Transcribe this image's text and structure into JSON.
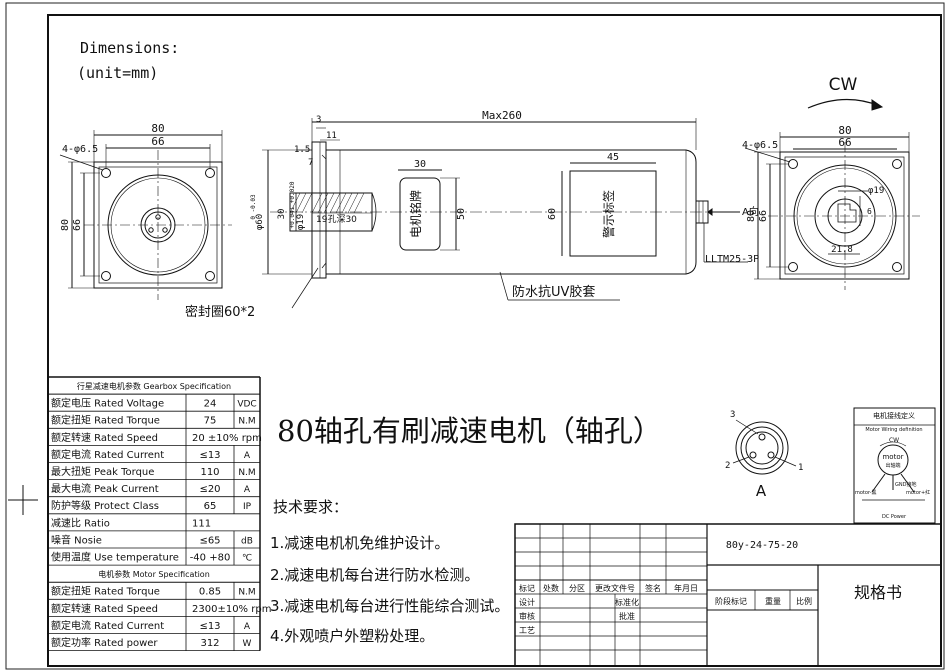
{
  "dimensions": {
    "title": "Dimensions:",
    "unit": "(unit=mm)"
  },
  "rotation": "CW",
  "left_view": {
    "holes": "4-φ6.5",
    "w80": "80",
    "w66": "66",
    "h80": "80",
    "h66": "66"
  },
  "right_view": {
    "holes": "4-φ6.5",
    "w80": "80",
    "w66": "66",
    "h80": "80",
    "h66": "66",
    "d19": "φ19",
    "d21_8": "21.8",
    "d6": "6"
  },
  "side_view": {
    "max": "Max260",
    "d3": "3",
    "d11": "11",
    "d1_5": "1.5",
    "d7": "7",
    "d30": "30",
    "d45": "45",
    "d50": "50",
    "d60": "60",
    "shaft_dia": "φ60",
    "shaft_tol": "0 -0.03",
    "d30b": "30",
    "bore": "φ19",
    "bore_tol": "+0.041 +0.020",
    "keyway": "19孔深30",
    "nameplate": "电机铭牌",
    "warning": "警示标签",
    "a_dir": "A向",
    "connector": "LLTM25-3P",
    "sleeve": "防水抗UV胶套",
    "seal": "密封圈60*2"
  },
  "main_title": "80轴孔有刷减速电机（轴孔）",
  "gearbox_spec": {
    "header": "行星减速电机参数 Gearbox  Specification",
    "rows": [
      {
        "label": "额定电压 Rated Voltage",
        "value": "24",
        "unit": "VDC"
      },
      {
        "label": "额定扭矩 Rated Torque",
        "value": "75",
        "unit": "N.M"
      },
      {
        "label": "额定转速 Rated Speed",
        "value": "20 ±10% rpm",
        "unit": ""
      },
      {
        "label": "额定电流 Rated Current",
        "value": "≤13",
        "unit": "A"
      },
      {
        "label": "最大扭矩 Peak Torque",
        "value": "110",
        "unit": "N.M"
      },
      {
        "label": "最大电流 Peak Current",
        "value": "≤20",
        "unit": "A"
      },
      {
        "label": "防护等级 Protect Class",
        "value": "65",
        "unit": "IP"
      },
      {
        "label": "减速比 Ratio",
        "value": "111",
        "unit": ""
      },
      {
        "label": "噪音 Nosie",
        "value": "≤65",
        "unit": "dB"
      },
      {
        "label": "使用温度 Use temperature",
        "value": "-40 +80",
        "unit": "℃"
      }
    ]
  },
  "motor_spec": {
    "header": "电机参数 Motor Specification",
    "rows": [
      {
        "label": "额定扭矩 Rated Torque",
        "value": "0.85",
        "unit": "N.M"
      },
      {
        "label": "额定转速 Rated Speed",
        "value": "2300±10% rpm",
        "unit": ""
      },
      {
        "label": "额定电流 Rated Current",
        "value": "≤13",
        "unit": "A"
      },
      {
        "label": "额定功率 Rated power",
        "value": "312",
        "unit": "W"
      }
    ]
  },
  "connector": {
    "pin1": "1",
    "pin2": "2",
    "pin3": "3",
    "label": "A"
  },
  "wiring": {
    "title": "电机接线定义",
    "subtitle": "Motor Wiring definition",
    "cw": "CW",
    "motor": "motor",
    "motor_cn": "出轴端",
    "gnd": "GND接地",
    "neg": "motor-黑",
    "pos": "motor+红",
    "power": "DC Power"
  },
  "requirements": {
    "title": "技术要求：",
    "items": [
      "1.减速电机机免维护设计。",
      "2.减速电机每台进行防水检测。",
      "3.减速电机每台进行性能综合测试。",
      "4.外观喷户外塑粉处理。"
    ]
  },
  "title_block": {
    "model": "80y-24-75-20",
    "headers": [
      "标记",
      "处数",
      "分区",
      "更改文件号",
      "签名",
      "年月日"
    ],
    "design": "设计",
    "standard": "标准化",
    "stage": "阶段标记",
    "weight": "重量",
    "scale": "比例",
    "review": "审核",
    "approve": "批准",
    "process": "工艺",
    "doc": "规格书"
  }
}
